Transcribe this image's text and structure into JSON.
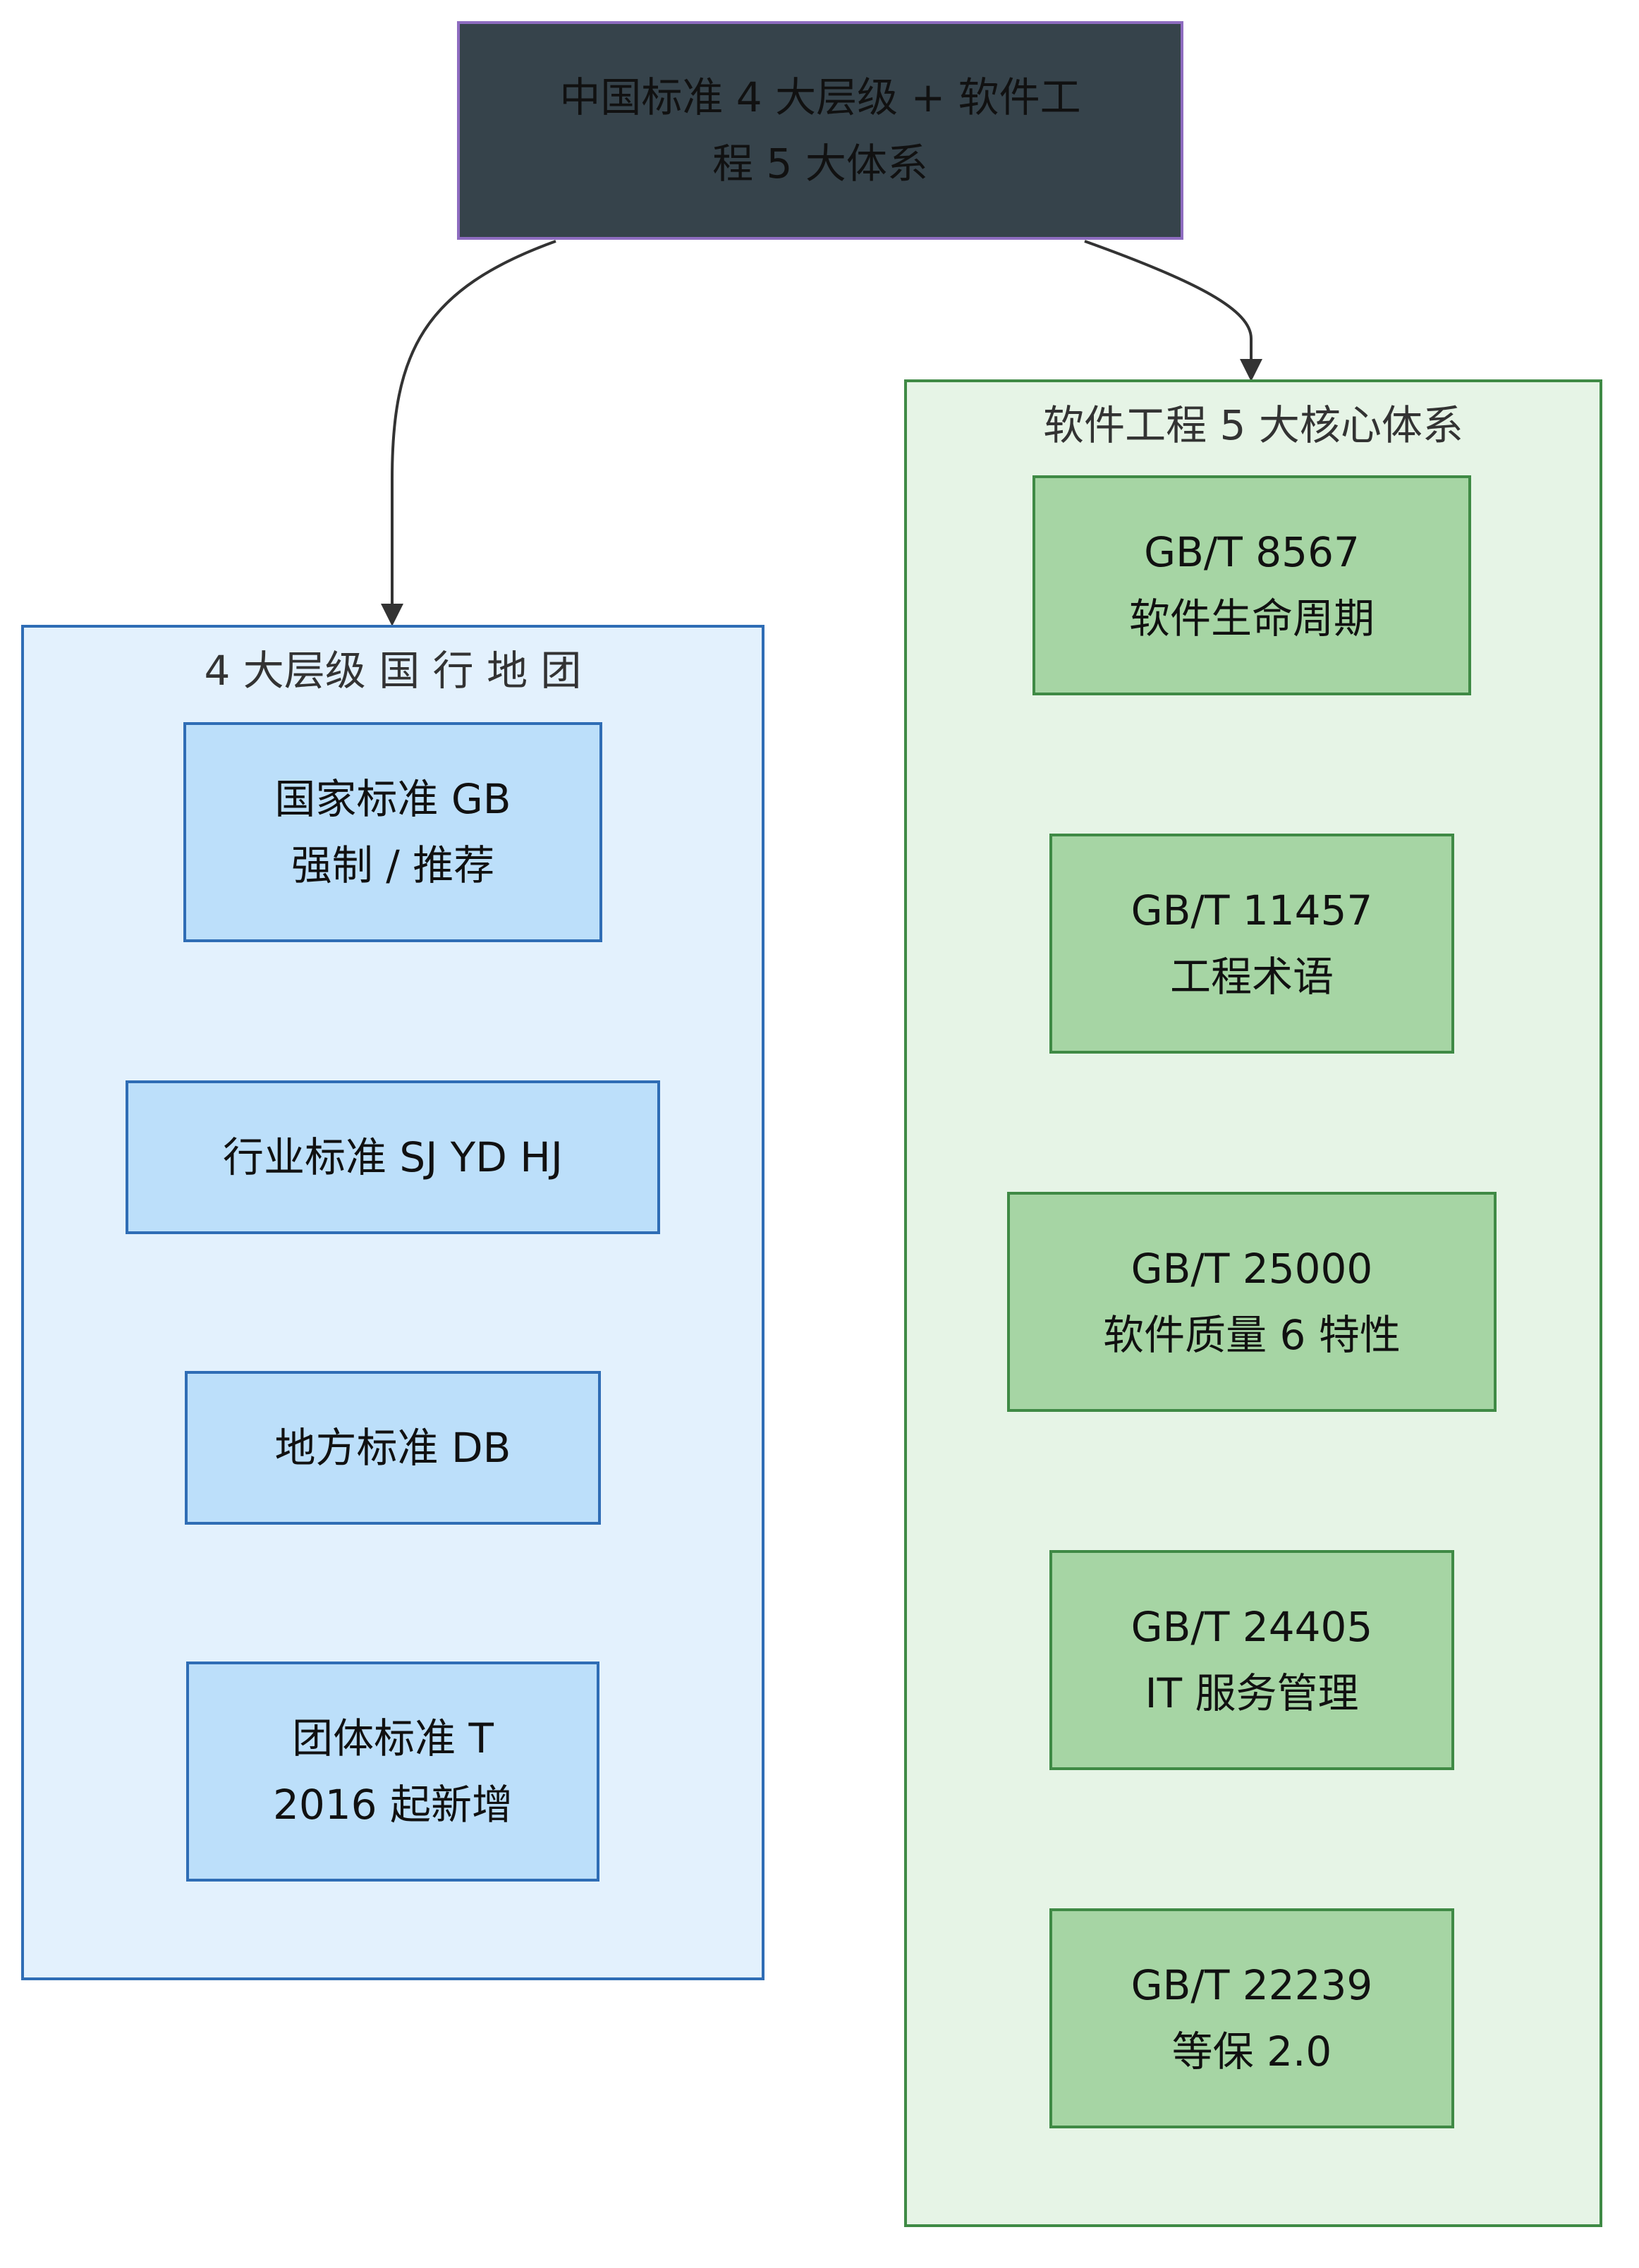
{
  "root": {
    "line1": "中国标准 4 大层级 + 软件工",
    "line2": "程 5 大体系"
  },
  "levels_group": {
    "title": "4 大层级 国 行 地 团",
    "nodes": [
      {
        "line1": "国家标准 GB",
        "line2": "强制 / 推荐"
      },
      {
        "line1": "行业标准 SJ YD HJ"
      },
      {
        "line1": "地方标准 DB"
      },
      {
        "line1": "团体标准 T",
        "line2": "2016 起新增"
      }
    ]
  },
  "systems_group": {
    "title": "软件工程 5 大核心体系",
    "nodes": [
      {
        "line1": "GB/T 8567",
        "line2": "软件生命周期"
      },
      {
        "line1": "GB/T 11457",
        "line2": "工程术语"
      },
      {
        "line1": "GB/T 25000",
        "line2": "软件质量 6 特性"
      },
      {
        "line1": "GB/T 24405",
        "line2": "IT 服务管理"
      },
      {
        "line1": "GB/T 22239",
        "line2": "等保 2.0"
      }
    ]
  },
  "colors": {
    "root_fill": "#36434b",
    "root_border": "#8e6cc0",
    "levels_fill": "#e3f1fd",
    "levels_border": "#2f6db5",
    "levels_node": "#bcdffa",
    "systems_fill": "#e6f4e6",
    "systems_border": "#3f8a45",
    "systems_node": "#a6d5a4",
    "edge": "#333333"
  }
}
